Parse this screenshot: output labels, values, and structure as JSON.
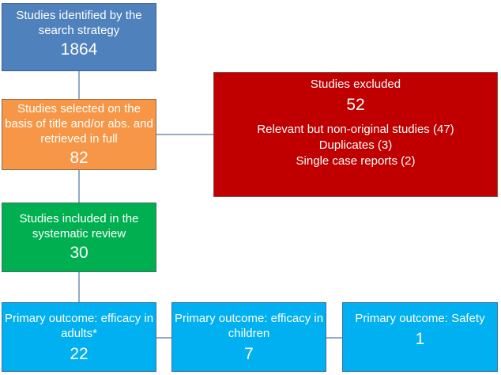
{
  "flowchart": {
    "identified": {
      "label": "Studies identified by the search strategy",
      "count": "1864"
    },
    "selected": {
      "label": "Studies selected on the basis of title and/or abs. and retrieved in full",
      "count": "82"
    },
    "excluded": {
      "label": "Studies excluded",
      "count": "52",
      "reasons": [
        "Relevant but non-original studies (47)",
        "Duplicates (3)",
        "Single case reports (2)"
      ]
    },
    "included": {
      "label": "Studies included in the systematic review",
      "count": "30"
    },
    "outcomes": [
      {
        "label": "Primary outcome: efficacy in adults*",
        "count": "22"
      },
      {
        "label": "Primary outcome: efficacy in children",
        "count": "7"
      },
      {
        "label": "Primary outcome: Safety",
        "count": "1"
      }
    ]
  },
  "colors": {
    "identified": "#4f81bd",
    "selected": "#f79646",
    "excluded": "#c00000",
    "included": "#00b050",
    "outcome": "#00b0f0",
    "connector": "#6f8fb3"
  }
}
